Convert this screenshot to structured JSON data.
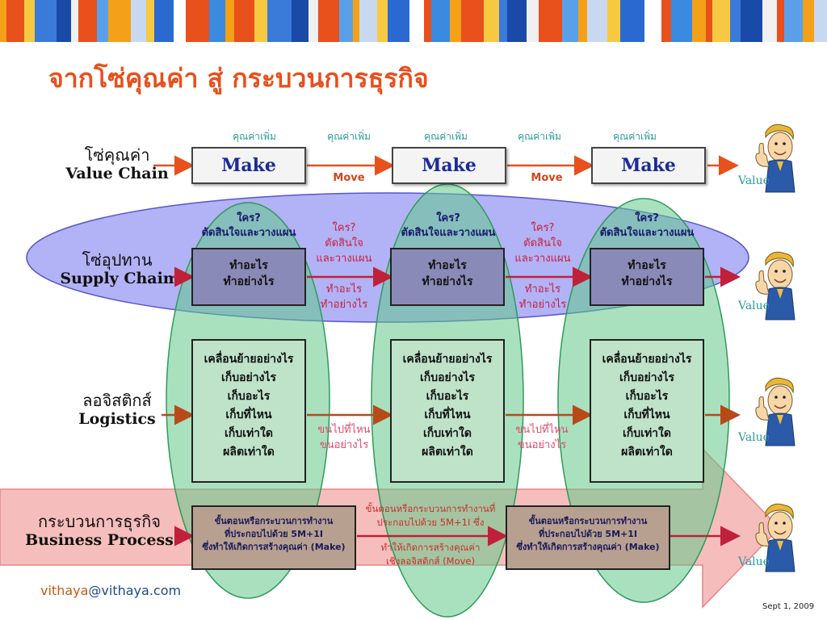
{
  "title": "จากโซ่คุณค่า สู่ กระบวนการธุรกิจ",
  "rows": {
    "value_chain": {
      "th": "โซ่คุณค่า",
      "en": "Value Chain"
    },
    "supply_chain": {
      "th": "โซ่อุปทาน",
      "en": "Supply Chain"
    },
    "logistics": {
      "th": "ลอจิสติกส์",
      "en": "Logistics"
    },
    "business_process": {
      "th": "กระบวนการธุรกิจ",
      "en": "Business Process"
    }
  },
  "value_chain": {
    "value_added": [
      "คุณค่าเพิ่ม",
      "คุณค่าเพิ่ม",
      "คุณค่าเพิ่ม",
      "คุณค่าเพิ่ม",
      "คุณค่าเพิ่ม"
    ],
    "make": [
      "Make",
      "Make",
      "Make"
    ],
    "move": [
      "Move",
      "Move"
    ]
  },
  "supply_chain": {
    "who_decides": [
      "ใคร?",
      "ตัดสินใจและวางแผน"
    ],
    "middle_who": [
      "ใคร?",
      "ตัดสินใจ",
      "และวางแผน"
    ],
    "box_lines": [
      "ทำอะไร",
      "ทำอย่างไร"
    ],
    "middle_what": [
      "ทำอะไร",
      "ทำอย่างไร"
    ]
  },
  "logistics": {
    "box_lines": [
      "เคลื่อนย้ายอย่างไร",
      "เก็บอย่างไร",
      "เก็บอะไร",
      "เก็บที่ไหน",
      "เก็บเท่าใด",
      "ผลิตเท่าใด"
    ],
    "middle": [
      "ขนไปที่ไหน",
      "ขนอย่างไร"
    ]
  },
  "business_process": {
    "box_lines": [
      "ขั้นตอนหรือกระบวนการทำงาน",
      "ที่ประกอบไปด้วย  5M+1I",
      "ซึ่งทำให้เกิดการสร้างคุณค่า (Make)"
    ],
    "middle_top": [
      "ขั้นตอนหรือกระบวนการทำงานที่",
      "ประกอบไปด้วย 5M+1I ซึ่ง"
    ],
    "middle_bottom": [
      "ทำให้เกิดการสร้างคุณค่า",
      "เชิงลอจิสติกส์ (Move)"
    ]
  },
  "value_label": "Value",
  "footer": {
    "email_user": "vithaya",
    "email_domain": "@vithaya.com",
    "date": "Sept 1, 2009"
  },
  "colors": {
    "title": "#e8501c",
    "make_text": "#1a2a9a",
    "arrow": "#e8501c",
    "ellipse_blue": "#6666ee",
    "ellipse_green": "#4fbf7a",
    "bp_band": "#f4b0b0"
  },
  "icons": {
    "mascot": "thumbs-up-mascot-icon",
    "arrow": "right-arrow-icon"
  }
}
